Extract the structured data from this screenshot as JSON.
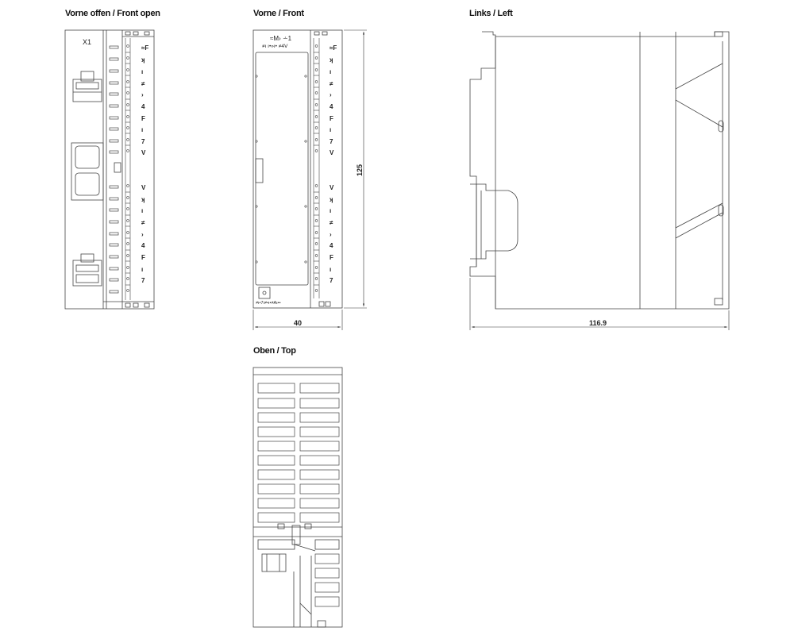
{
  "views": {
    "front_open": {
      "title": "Vorne offen / Front open",
      "connector_label": "X1"
    },
    "front": {
      "title": "Vorne / Front",
      "header_line1": "≈M› ∸1",
      "header_line2": "≠ı ı•»ı• ≠4V",
      "footer_text": "≠ı•7ı≠•ı•≠Aı••",
      "dim_width": "40",
      "dim_height": "125"
    },
    "left": {
      "title": "Links / Left",
      "dim_depth": "116.9"
    },
    "top": {
      "title": "Oben / Top"
    }
  },
  "channel_labels_upper": [
    "≈F",
    "ʞ",
    "ı",
    "≠",
    "›",
    "4",
    "F",
    "ı",
    "7",
    "V"
  ],
  "channel_labels_lower": [
    "V",
    "ʞ",
    "ı",
    "≠",
    "›",
    "4",
    "F",
    "ı",
    "7"
  ]
}
